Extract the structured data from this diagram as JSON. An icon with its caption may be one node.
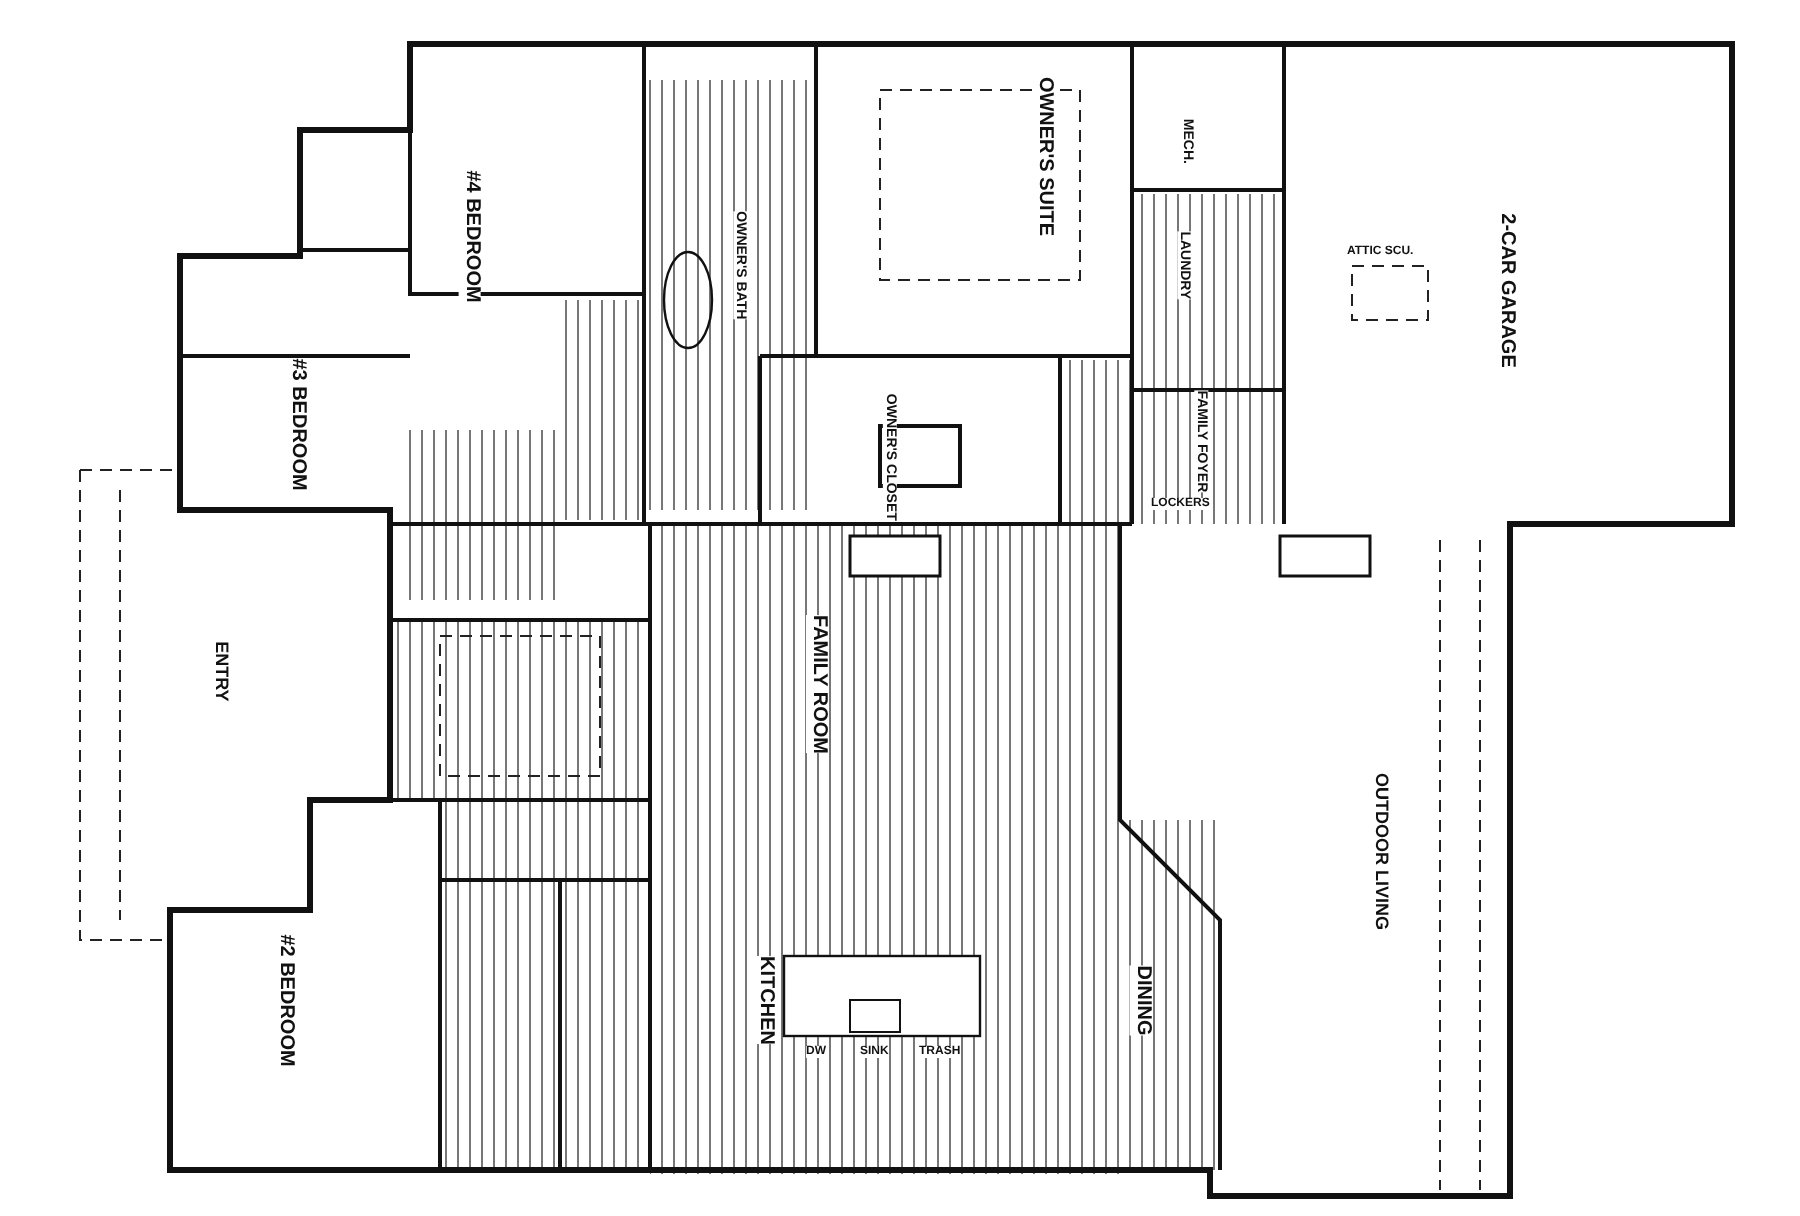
{
  "diagram": {
    "labels": [
      "#4 BEDROOM",
      "OWNER'S BATH",
      "OWNER'S SUITE",
      "MECH.",
      "2-CAR GARAGE",
      "ATTIC SCU.",
      "LAUNDRY",
      "#3 BEDROOM",
      "OWNER'S CLOSET",
      "FAMILY FOYER",
      "LOCKERS",
      "ENTRY",
      "FAMILY ROOM",
      "OUTDOOR LIVING",
      "#2 BEDROOM",
      "KITCHEN",
      "DW",
      "SINK",
      "TRASH",
      "DINING"
    ]
  }
}
